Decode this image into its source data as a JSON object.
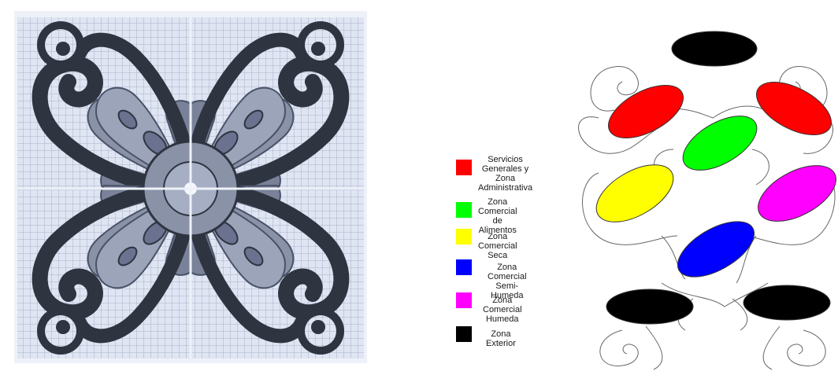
{
  "legend": [
    {
      "label": "Servicios  Generales y\nZona Administrativa",
      "color": "#ff0000"
    },
    {
      "label": "Zona Comercial de\nAlimentos",
      "color": "#00ff00"
    },
    {
      "label": "Zona Comercial Seca",
      "color": "#ffff00"
    },
    {
      "label": "Zona Comercial Semi-Humeda",
      "color": "#0000ff"
    },
    {
      "label": "Zona Comercial Humeda",
      "color": "#ff00ff"
    },
    {
      "label": "Zona Exterior",
      "color": "#000000"
    }
  ],
  "colors": {
    "tile_dark": "#2e3440",
    "tile_mid": "#8a92a8",
    "tile_light": "#c9d1e4",
    "tile_bg": "#e8ecf5",
    "outline": "#555555"
  }
}
